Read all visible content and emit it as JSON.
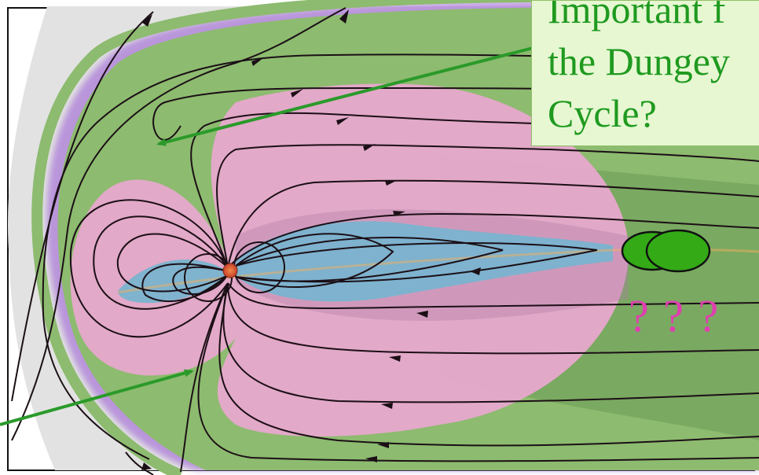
{
  "callout": {
    "lines": [
      "Important f",
      "the Dungey",
      "Cycle?"
    ]
  },
  "unknown_marker": "? ? ?",
  "colors": {
    "magnetosheath": "#d8d8d8",
    "outer_region": "#8dbb6f",
    "plasma_sheet": "#e7a8cc",
    "inner_core": "#79b3cf",
    "field_line": "#1b0f16",
    "callout_text": "#1f9a1f",
    "callout_fill": "#e6f7d2",
    "arrow": "#2a9a2a",
    "question_marks": "#e03fb0",
    "plasmoid": "#33aa16"
  }
}
